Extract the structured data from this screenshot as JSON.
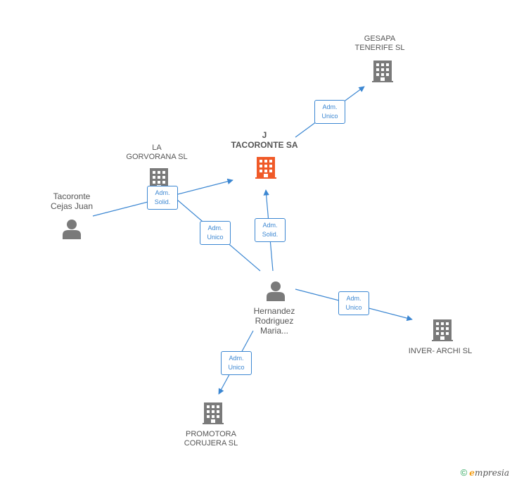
{
  "colors": {
    "edge": "#3c87d2",
    "building": "#7a7a7a",
    "main_building": "#f05a28",
    "person": "#7a7a7a",
    "label": "#555555"
  },
  "nodes": {
    "main": {
      "lines": [
        "J",
        "TACORONTE SA"
      ],
      "icon": "building-icon"
    },
    "gesapa": {
      "lines": [
        "GESAPA",
        "TENERIFE  SL"
      ],
      "icon": "building-icon"
    },
    "gorvorana": {
      "lines": [
        "LA",
        "GORVORANA SL"
      ],
      "icon": "building-icon"
    },
    "tacoronte": {
      "lines": [
        "Tacoronte",
        "Cejas Juan"
      ],
      "icon": "person-icon"
    },
    "hernandez": {
      "lines": [
        "Hernandez",
        "Rodriguez",
        "Maria..."
      ],
      "icon": "person-icon"
    },
    "inver": {
      "lines": [
        "INVER- ARCHI SL"
      ],
      "icon": "building-icon"
    },
    "promotora": {
      "lines": [
        "PROMOTORA",
        "CORUJERA SL"
      ],
      "icon": "building-icon"
    }
  },
  "edges": [
    {
      "id": "main-gesapa",
      "lines": [
        "Adm.",
        "Unico"
      ]
    },
    {
      "id": "tacoronte-main",
      "lines": [
        "Adm.",
        "Solid."
      ]
    },
    {
      "id": "hernandez-gorvorana",
      "lines": [
        "Adm.",
        "Unico"
      ]
    },
    {
      "id": "hernandez-main",
      "lines": [
        "Adm.",
        "Solid."
      ]
    },
    {
      "id": "hernandez-inver",
      "lines": [
        "Adm.",
        "Unico"
      ]
    },
    {
      "id": "hernandez-promotora",
      "lines": [
        "Adm.",
        "Unico"
      ]
    }
  ],
  "footer": {
    "copyright": "©",
    "brand_initial": "e",
    "brand_rest": "mpresia"
  }
}
